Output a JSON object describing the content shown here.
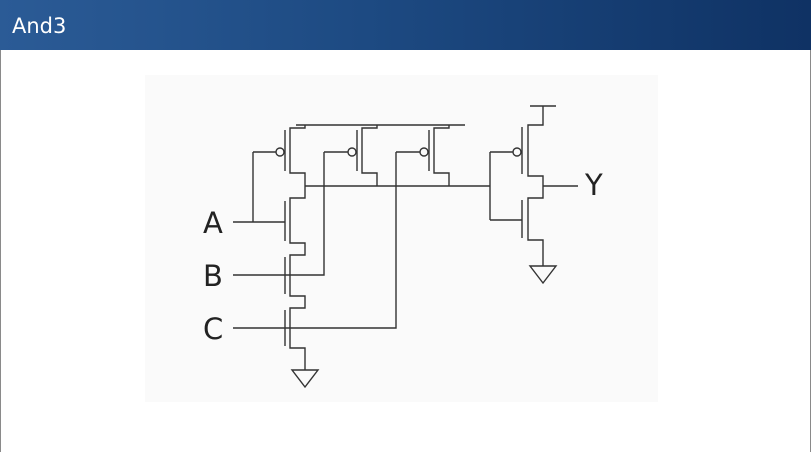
{
  "window": {
    "title": "And3"
  },
  "diagram": {
    "inputs": [
      "A",
      "B",
      "C"
    ],
    "output": "Y"
  }
}
